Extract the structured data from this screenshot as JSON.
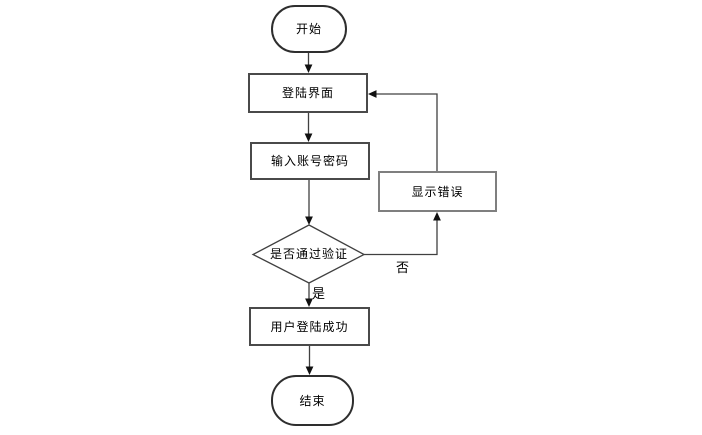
{
  "diagram": {
    "type": "flowchart",
    "background_color": "#ffffff",
    "line_color": "#404040",
    "process_border_color": "#4a4a4a",
    "error_border_color": "#7f7f7f",
    "text_color": "#000000",
    "nodes": {
      "start": {
        "shape": "terminator",
        "label": "开始"
      },
      "login": {
        "shape": "process",
        "label": "登陆界面"
      },
      "input": {
        "shape": "process",
        "label": "输入账号密码"
      },
      "decision": {
        "shape": "decision",
        "label": "是否通过验证"
      },
      "error": {
        "shape": "process",
        "label": "显示错误"
      },
      "success": {
        "shape": "process",
        "label": "用户登陆成功"
      },
      "end": {
        "shape": "terminator",
        "label": "结束"
      }
    },
    "edges": [
      {
        "from": "start",
        "to": "login",
        "label": ""
      },
      {
        "from": "login",
        "to": "input",
        "label": ""
      },
      {
        "from": "input",
        "to": "decision",
        "label": ""
      },
      {
        "from": "decision",
        "to": "success",
        "label": "是"
      },
      {
        "from": "success",
        "to": "end",
        "label": ""
      },
      {
        "from": "decision",
        "to": "error",
        "label": "否"
      },
      {
        "from": "error",
        "to": "login",
        "label": ""
      }
    ]
  }
}
